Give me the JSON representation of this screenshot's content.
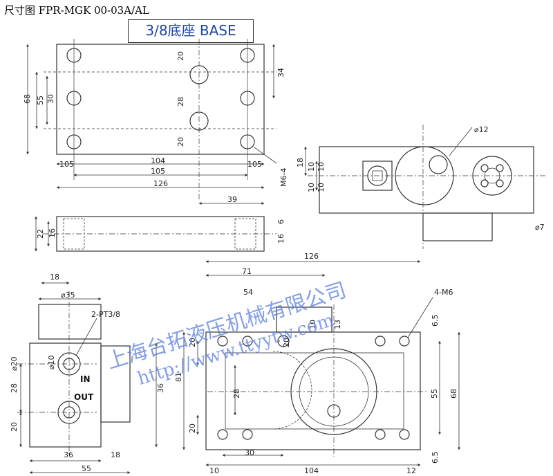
{
  "title": "尺寸图 FPR-MGK 00-03A/AL",
  "subtitle": "3/8底座 BASE",
  "top_view": {
    "dims": [
      "68",
      "55",
      "30",
      "20",
      "28",
      "20",
      "34",
      "105",
      "104",
      "105",
      "105",
      "126",
      "M6-4"
    ]
  },
  "side_view": {
    "dims": [
      "39",
      "22",
      "16",
      "6",
      "16"
    ]
  },
  "right_view": {
    "dims": [
      "⌀12",
      "18",
      "10",
      "10",
      "10",
      "10",
      "⌀7"
    ]
  },
  "end_view": {
    "dims": [
      "18",
      "⌀35",
      "2-PT3/8",
      "⌀20",
      "⌀10",
      "28",
      "20",
      "36",
      "36",
      "18",
      "55"
    ],
    "in_label": "IN",
    "out_label": "OUT"
  },
  "base_view": {
    "dims": [
      "126",
      "71",
      "54",
      "10",
      "13",
      "4-M6",
      "6.5",
      "20",
      "20",
      "81",
      "28",
      "20",
      "55",
      "68",
      "6.5",
      "30",
      "10",
      "104",
      "12"
    ]
  },
  "watermark": {
    "company": "上海台拓液压机械有限公司",
    "url": "http://www.ttyytw.com"
  },
  "colors": {
    "watermark": "#5b7fe0",
    "subtitle": "#1a46a6",
    "line": "#333333"
  }
}
